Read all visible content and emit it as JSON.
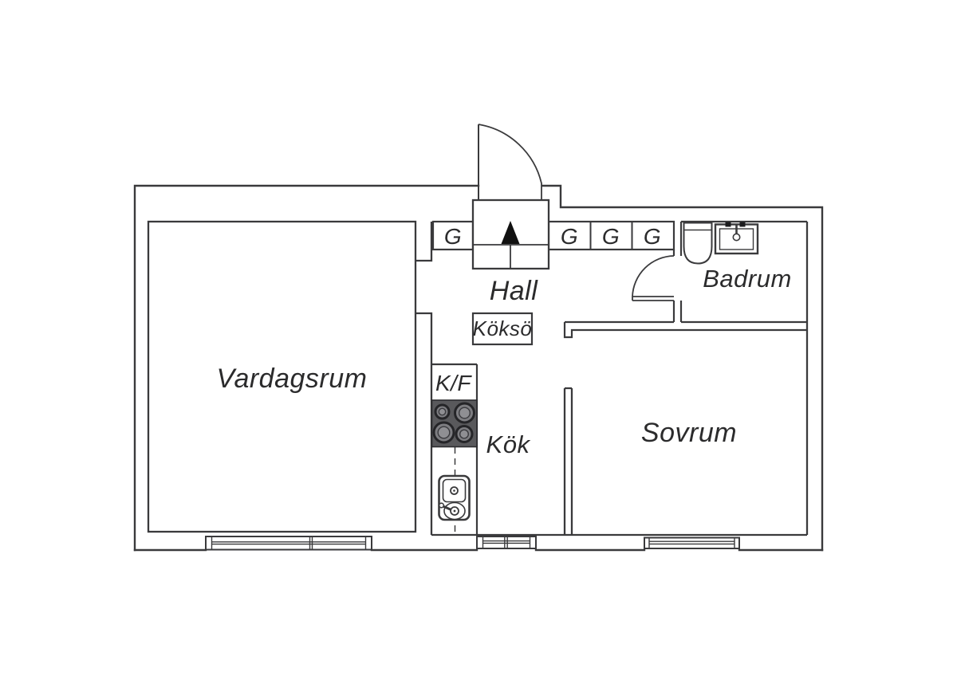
{
  "plan": {
    "rooms": {
      "living_room": {
        "label": "Vardagsrum"
      },
      "hall": {
        "label": "Hall"
      },
      "kitchen": {
        "label": "Kök"
      },
      "bedroom": {
        "label": "Sovrum"
      },
      "bathroom": {
        "label": "Badrum"
      }
    },
    "features": {
      "kitchen_island": {
        "label": "Köksö"
      },
      "fridge_freezer": {
        "label": "K/F"
      },
      "wardrobes": [
        {
          "label": "G"
        },
        {
          "label": "G"
        },
        {
          "label": "G"
        },
        {
          "label": "G"
        }
      ]
    },
    "colors": {
      "background": "#ffffff",
      "line": "#3a3a3c",
      "text": "#2b2b2c",
      "stove": "#59595c"
    }
  }
}
